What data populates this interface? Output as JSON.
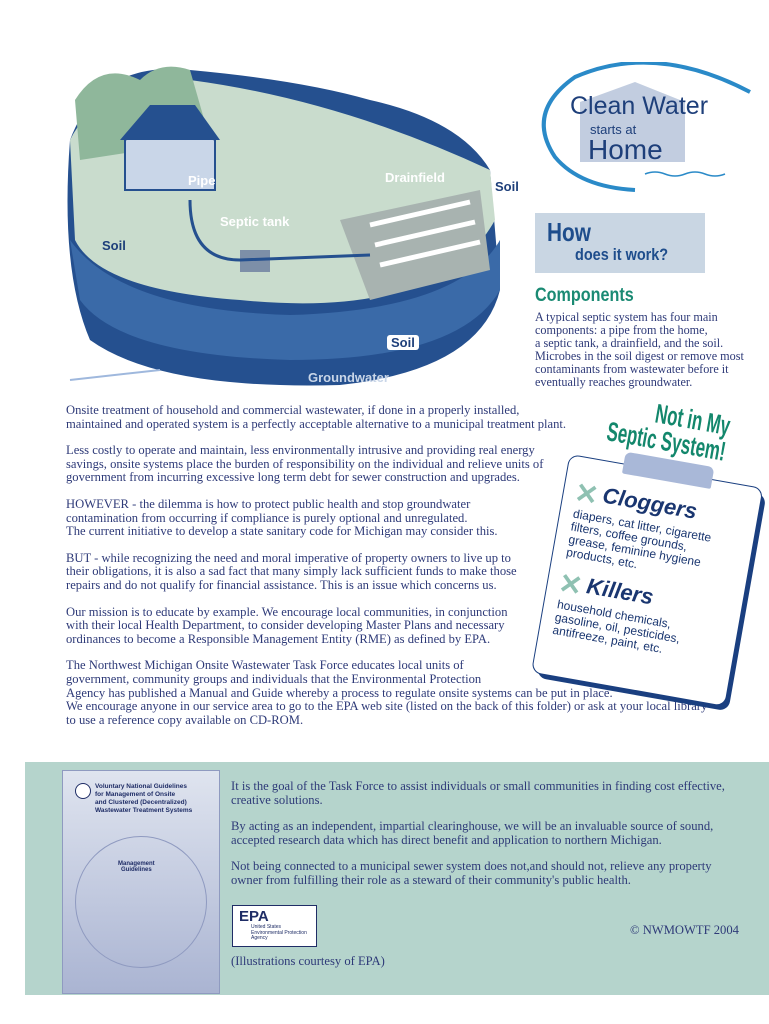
{
  "illustration": {
    "labels": {
      "pipe": "Pipe",
      "drainfield": "Drainfield",
      "soil_top": "Soil",
      "septic_tank": "Septic tank",
      "soil_left": "Soil",
      "soil_bottom": "Soil",
      "groundwater": "Groundwater"
    }
  },
  "logo": {
    "line1": "Clean Water",
    "line2": "starts at",
    "line3": "Home"
  },
  "how": {
    "line1": "How",
    "line2": "does it work?"
  },
  "components": {
    "title": "Components",
    "body": "A typical septic system has four main\ncomponents: a pipe from the home,\na septic tank, a drainfield, and the soil.\nMicrobes in the soil digest or remove most\ncontaminants from wastewater before it\neventually reaches groundwater."
  },
  "body": [
    "Onsite treatment of household and commercial wastewater, if done in a properly installed,\nmaintained and operated system is a perfectly acceptable alternative to a municipal treatment plant.",
    "Less costly to operate and maintain, less environmentally intrusive and providing real energy\nsavings, onsite systems place the burden of responsibility on the individual and relieve units of\ngovernment from incurring excessive long term debt for sewer construction and upgrades.",
    "HOWEVER - the dilemma is how to protect public health and stop groundwater\ncontamination from occurring if compliance is purely optional and unregulated.\nThe current initiative to develop a state sanitary code for Michigan may consider this.",
    "BUT - while recognizing the need and moral imperative of property owners to live up to\ntheir obligations, it is also a sad fact that many simply lack sufficient funds to make those\nrepairs and do not qualify for financial assistance. This is an issue which concerns us.",
    "Our mission is to educate by example. We encourage local communities, in conjunction\nwith their local Health Department, to consider developing Master Plans and necessary\nordinances to become a Responsible Management Entity (RME) as defined by EPA.",
    "The Northwest Michigan Onsite Wastewater Task Force educates  local units of\ngovernment, community groups and individuals that the Environmental Protection\nAgency has published a Manual and Guide whereby a process to regulate onsite systems can be put in place.\nWe encourage anyone in our service area to go to the EPA web site (listed on the back of this folder) or ask at your local library\nto use a reference copy available on CD-ROM."
  ],
  "not_in_my": {
    "title": "Not in My\nSeptic System!",
    "cloggers_title": "Cloggers",
    "cloggers_body": "diapers, cat litter, cigarette\nfilters, coffee grounds,\ngrease, feminine hygiene\nproducts, etc.",
    "killers_title": "Killers",
    "killers_body": "household chemicals,\ngasoline, oil, pesticides,\nantifreeze, paint, etc."
  },
  "cover": {
    "title": "Voluntary National Guidelines\nfor Management of Onsite\nand Clustered (Decentralized)\nWastewater Treatment Systems",
    "center": "Management\nGuidelines"
  },
  "panel": {
    "paragraphs": [
      "It is the goal of the Task Force to assist individuals or small communities in finding cost effective,\ncreative solutions.",
      "By acting as an independent, impartial clearinghouse, we will be an invaluable source of sound,\naccepted research data which has direct benefit and application to northern Michigan.",
      "Not being connected to a municipal sewer system does not,and should not, relieve any property\nowner from fulfilling their role as a steward of their community's public health."
    ],
    "epa_logo": "EPA",
    "epa_sub": "United States\nEnvironmental Protection\nAgency",
    "copyright": "© NWMOWTF 2004",
    "credit": "(Illustrations courtesy of EPA)"
  }
}
